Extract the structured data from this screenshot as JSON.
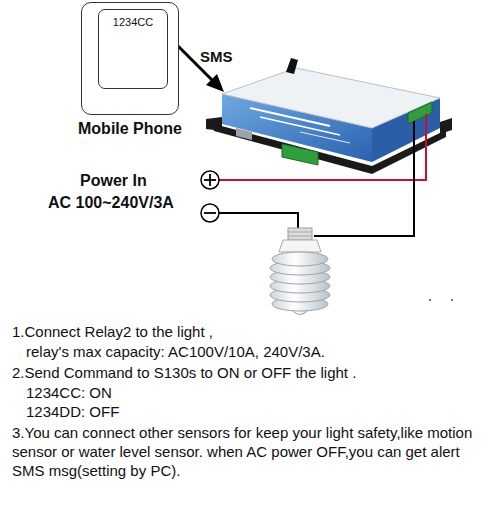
{
  "diagram": {
    "nodes": [
      {
        "text": [
          "Mobile Phone"
        ]
      },
      {
        "text": [
          "1234CC"
        ],
        "in": 0
      }
    ],
    "labels": [
      "SMS",
      "Power In",
      "AC 100~240V/3A",
      "1.Connect Relay2 to the light ,",
      "relay's max capacity: AC100V/10A, 240V/3A.",
      "2.Send Command to S130s to ON or OFF the light .",
      "1234CC: ON",
      "1234DD: OFF",
      "3.You can connect other sensors for keep your light safety,like motion sensor or water level sensor. when AC power OFF,you can get alert SMS msg(setting by PC)."
    ]
  }
}
